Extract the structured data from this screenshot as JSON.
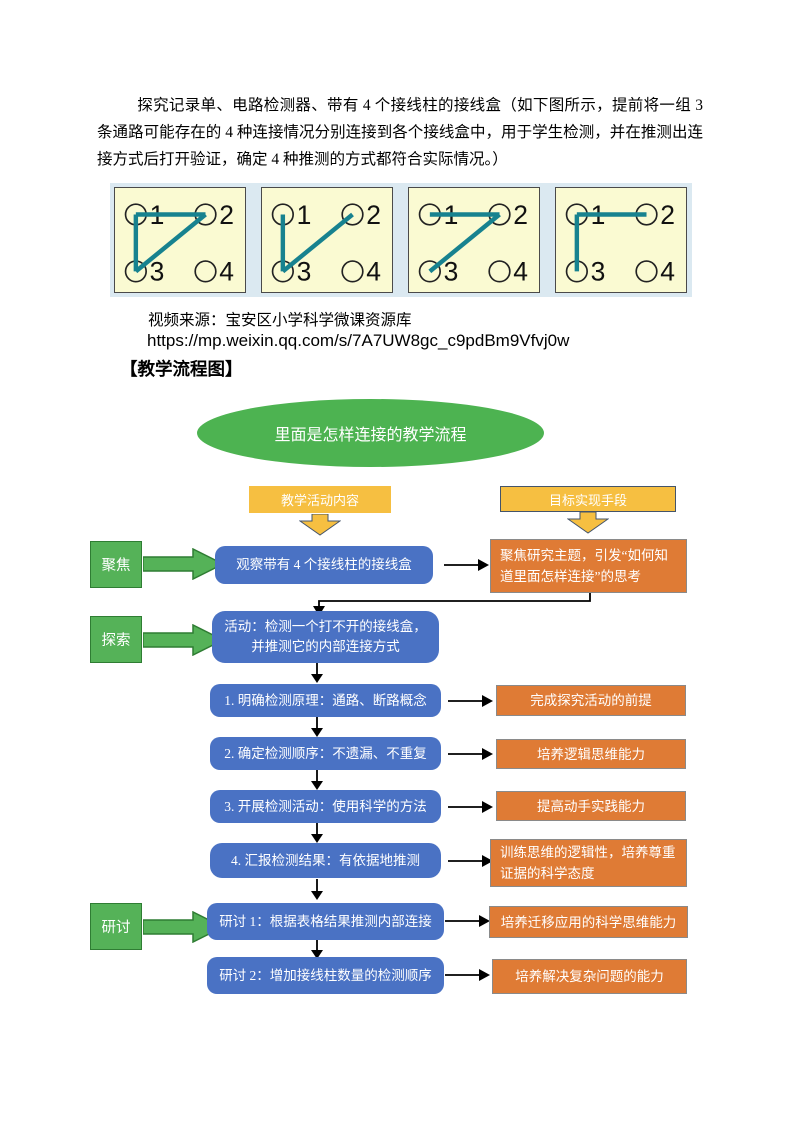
{
  "page": {
    "intro_paragraph": "探究记录单、电路检测器、带有 4 个接线柱的接线盒（如下图所示，提前将一组 3 条通路可能存在的 4 种连接情况分别连接到各个接线盒中，用于学生检测，并在推测出连接方式后打开验证，确定 4 种推测的方式都符合实际情况。）",
    "video_source": "视频来源：宝安区小学科学微课资源库",
    "video_url": "https://mp.weixin.qq.com/s/7A7UW8gc_c9pdBm9Vfvj0w",
    "section_title": "【教学流程图】"
  },
  "terminal_boxes": {
    "labels": [
      "1",
      "2",
      "3",
      "4"
    ],
    "boxes": [
      {
        "connections": [
          "1-2",
          "1-3",
          "2-3"
        ]
      },
      {
        "connections": [
          "1-3",
          "2-3"
        ]
      },
      {
        "connections": [
          "1-2",
          "2-3"
        ]
      },
      {
        "connections": [
          "1-2",
          "1-3"
        ]
      }
    ],
    "wire_color": "#17828f",
    "box_fill": "#fafad2",
    "strip_background": "#dbe9f1"
  },
  "flowchart": {
    "ellipse_title": "里面是怎样连接的教学流程",
    "left_header": "教学活动内容",
    "right_header": "目标实现手段",
    "stages": [
      {
        "label": "聚焦"
      },
      {
        "label": "探索"
      },
      {
        "label": "研讨"
      }
    ],
    "steps": [
      {
        "activity": "观察带有 4 个接线柱的接线盒",
        "goal": "聚焦研究主题，引发“如何知道里面怎样连接”的思考"
      },
      {
        "activity": "活动：检测一个打不开的接线盒，并推测它的内部连接方式"
      },
      {
        "activity": "1. 明确检测原理：通路、断路概念",
        "goal": "完成探究活动的前提"
      },
      {
        "activity": "2. 确定检测顺序：不遗漏、不重复",
        "goal": "培养逻辑思维能力"
      },
      {
        "activity": "3. 开展检测活动：使用科学的方法",
        "goal": "提高动手实践能力"
      },
      {
        "activity": "4. 汇报检测结果：有依据地推测",
        "goal": "训练思维的逻辑性，培养尊重证据的科学态度"
      },
      {
        "activity": "研讨 1：根据表格结果推测内部连接",
        "goal": "培养迁移应用的科学思维能力"
      },
      {
        "activity": "研讨 2：增加接线柱数量的检测顺序",
        "goal": "培养解决复杂问题的能力"
      }
    ],
    "colors": {
      "activity_blue": "#4a72c4",
      "goal_orange": "#df7b35",
      "stage_green": "#55b258",
      "header_yellow": "#f6bf41",
      "ellipse_green": "#4db351"
    }
  }
}
